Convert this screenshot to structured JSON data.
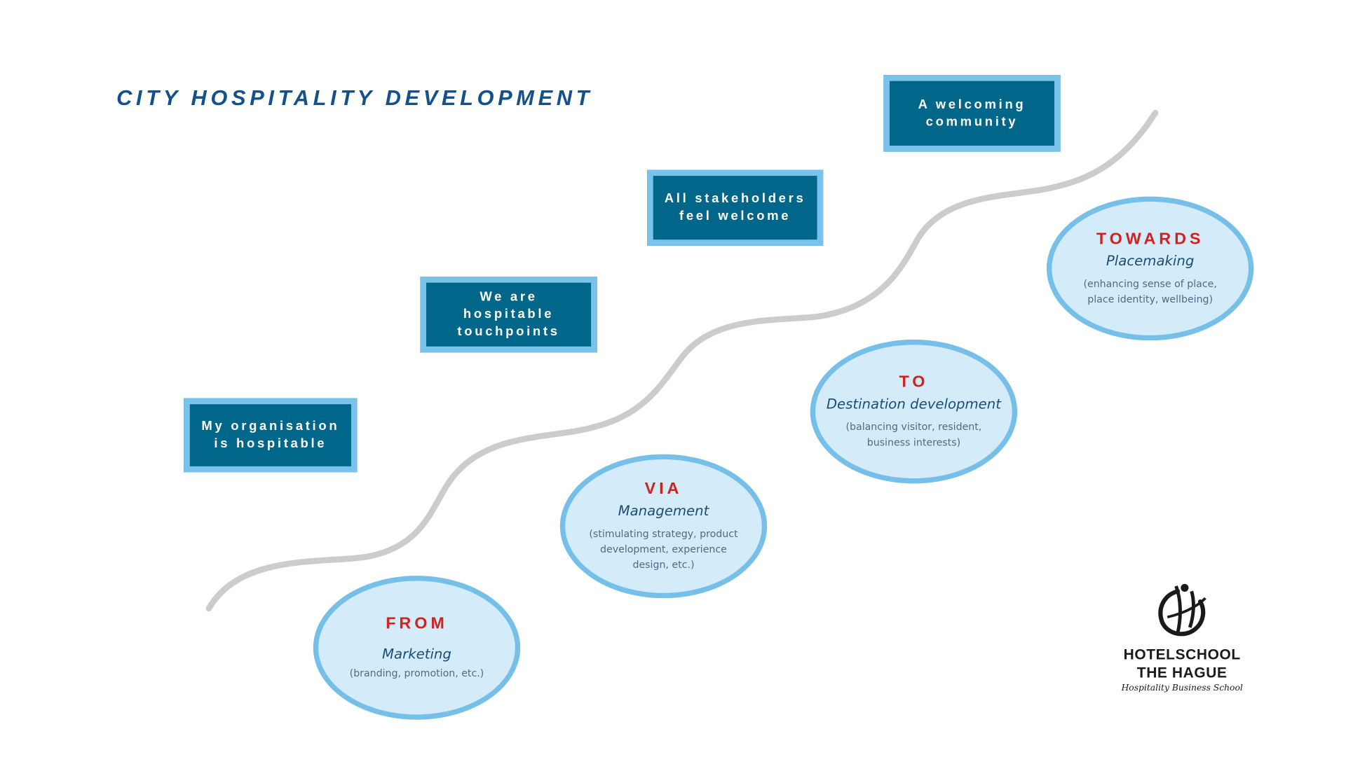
{
  "title": "CITY HOSPITALITY DEVELOPMENT",
  "boxes": [
    {
      "lines": [
        "My organisation",
        "is hospitable"
      ]
    },
    {
      "lines": [
        "We are",
        "hospitable",
        "touchpoints"
      ]
    },
    {
      "lines": [
        "All stakeholders",
        "feel welcome"
      ]
    },
    {
      "lines": [
        "A welcoming",
        "community"
      ]
    }
  ],
  "stages": [
    {
      "head": "FROM",
      "sub": "Marketing",
      "desc": "(branding, promotion, etc.)"
    },
    {
      "head": "VIA",
      "sub": "Management",
      "desc": "(stimulating strategy, product development, experience design, etc.)"
    },
    {
      "head": "TO",
      "sub": "Destination development",
      "desc": "(balancing visitor, resident, business interests)"
    },
    {
      "head": "TOWARDS",
      "sub": "Placemaking",
      "desc": "(enhancing sense of place, place identity, wellbeing)"
    }
  ],
  "logo": {
    "line1": "HOTELSCHOOL",
    "line2": "THE HAGUE",
    "line3": "Hospitality Business School"
  },
  "colors": {
    "box_fill": "#00668a",
    "box_border": "#78c2ec",
    "oval_fill": "#d4ebf9",
    "accent_red": "#d0221e",
    "title": "#14518c",
    "path": "#cccccc"
  }
}
